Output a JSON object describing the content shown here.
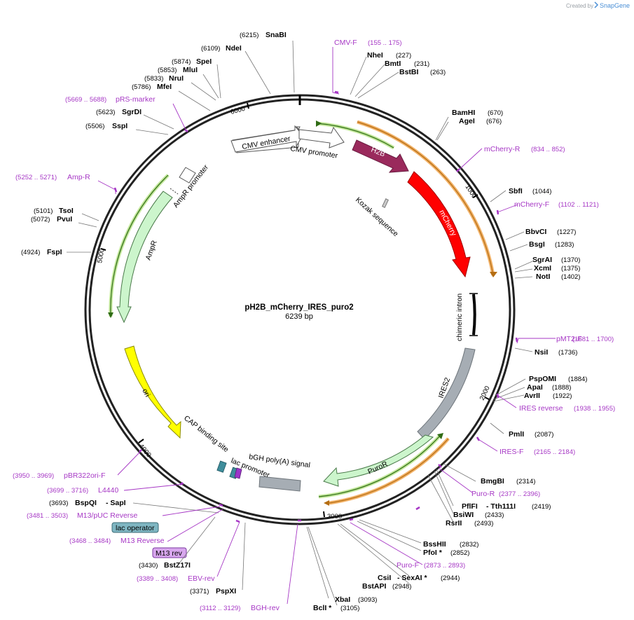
{
  "brand": {
    "created_by": "Created by",
    "product": "SnapGene"
  },
  "plasmid": {
    "name": "pH2B_mCherry_IRES_puro2",
    "length_label": "6239 bp"
  },
  "ticks": [
    "1000",
    "2000",
    "3000",
    "4000",
    "5000",
    "6000"
  ],
  "features": {
    "cmv_enhancer": "CMV enhancer",
    "cmv_promoter": "CMV promoter",
    "h2b": "H2B",
    "mcherry": "mCherry",
    "kozak": "Kozak sequence",
    "chimeric_intron": "chimeric intron",
    "ires2": "IRES2",
    "puror": "PuroR",
    "bgh": "bGH poly(A) signal",
    "lac_promoter": "lac promoter",
    "cap": "CAP binding site",
    "ori": "ori",
    "ampr": "AmpR",
    "ampr_promoter": "AmpR promoter"
  },
  "boxes": {
    "lac_operator": "lac operator",
    "m13_rev": "M13 rev"
  },
  "labels": [
    {
      "kind": "enzyme",
      "name": "SnaBI",
      "pos": "(6215)"
    },
    {
      "kind": "enzyme",
      "name": "NdeI",
      "pos": "(6109)"
    },
    {
      "kind": "enzyme",
      "name": "SpeI",
      "pos": "(5874)"
    },
    {
      "kind": "enzyme",
      "name": "MluI",
      "pos": "(5853)"
    },
    {
      "kind": "enzyme",
      "name": "NruI",
      "pos": "(5833)"
    },
    {
      "kind": "enzyme",
      "name": "MfeI",
      "pos": "(5786)"
    },
    {
      "kind": "primer",
      "name": "pRS-marker",
      "pos": "(5669 .. 5688)"
    },
    {
      "kind": "enzyme",
      "name": "SgrDI",
      "pos": "(5623)"
    },
    {
      "kind": "enzyme",
      "name": "SspI",
      "pos": "(5506)"
    },
    {
      "kind": "primer",
      "name": "Amp-R",
      "pos": "(5252 .. 5271)"
    },
    {
      "kind": "enzyme",
      "name": "TsoI",
      "pos": "(5101)"
    },
    {
      "kind": "enzyme",
      "name": "PvuI",
      "pos": "(5072)"
    },
    {
      "kind": "enzyme",
      "name": "FspI",
      "pos": "(4924)"
    },
    {
      "kind": "primer",
      "name": "pBR322ori-F",
      "pos": "(3950 .. 3969)"
    },
    {
      "kind": "primer",
      "name": "L4440",
      "pos": "(3699 .. 3716)"
    },
    {
      "kind": "enzyme",
      "name": "BspQI",
      "pos": "(3693)"
    },
    {
      "kind": "enzyme",
      "name": "- SapI",
      "pos": ""
    },
    {
      "kind": "primer",
      "name": "M13/pUC Reverse",
      "pos": "(3481 .. 3503)"
    },
    {
      "kind": "primer",
      "name": "M13 Reverse",
      "pos": "(3468 .. 3484)"
    },
    {
      "kind": "enzyme",
      "name": "BstZ17I",
      "pos": "(3430)"
    },
    {
      "kind": "primer",
      "name": "EBV-rev",
      "pos": "(3389 .. 3408)"
    },
    {
      "kind": "enzyme",
      "name": "PspXI",
      "pos": "(3371)"
    },
    {
      "kind": "primer",
      "name": "BGH-rev",
      "pos": "(3112 .. 3129)"
    },
    {
      "kind": "enzyme",
      "name": "BclI *",
      "pos": "(3105)"
    },
    {
      "kind": "enzyme",
      "name": "XbaI",
      "pos": "(3093)"
    },
    {
      "kind": "enzyme",
      "name": "BstAPI",
      "pos": "(2948)"
    },
    {
      "kind": "enzyme",
      "name": "CsiI",
      "pos": ""
    },
    {
      "kind": "enzyme",
      "name": "- SexAI *",
      "pos": "(2944)"
    },
    {
      "kind": "primer",
      "name": "Puro-F",
      "pos": "(2873 .. 2893)"
    },
    {
      "kind": "enzyme",
      "name": "PfoI *",
      "pos": "(2852)"
    },
    {
      "kind": "enzyme",
      "name": "BssHII",
      "pos": "(2832)"
    },
    {
      "kind": "enzyme",
      "name": "RsrII",
      "pos": "(2493)"
    },
    {
      "kind": "enzyme",
      "name": "BsiWI",
      "pos": "(2433)"
    },
    {
      "kind": "enzyme",
      "name": "PflFI",
      "pos": ""
    },
    {
      "kind": "enzyme",
      "name": "- Tth111I",
      "pos": "(2419)"
    },
    {
      "kind": "primer",
      "name": "Puro-R",
      "pos": "(2377 .. 2396)"
    },
    {
      "kind": "enzyme",
      "name": "BmgBI",
      "pos": "(2314)"
    },
    {
      "kind": "primer",
      "name": "IRES-F",
      "pos": "(2165 .. 2184)"
    },
    {
      "kind": "enzyme",
      "name": "PmlI",
      "pos": "(2087)"
    },
    {
      "kind": "primer",
      "name": "IRES reverse",
      "pos": "(1938 .. 1955)"
    },
    {
      "kind": "enzyme",
      "name": "AvrII",
      "pos": "(1922)"
    },
    {
      "kind": "enzyme",
      "name": "ApaI",
      "pos": "(1888)"
    },
    {
      "kind": "enzyme",
      "name": "PspOMI",
      "pos": "(1884)"
    },
    {
      "kind": "enzyme",
      "name": "NsiI",
      "pos": "(1736)"
    },
    {
      "kind": "primer",
      "name": "pMT2-F",
      "pos": "(1681 .. 1700)"
    },
    {
      "kind": "enzyme",
      "name": "NotI",
      "pos": "(1402)"
    },
    {
      "kind": "enzyme",
      "name": "XcmI",
      "pos": "(1375)"
    },
    {
      "kind": "enzyme",
      "name": "SgrAI",
      "pos": "(1370)"
    },
    {
      "kind": "enzyme",
      "name": "BsgI",
      "pos": "(1283)"
    },
    {
      "kind": "enzyme",
      "name": "BbvCI",
      "pos": "(1227)"
    },
    {
      "kind": "primer",
      "name": "mCherry-F",
      "pos": "(1102 .. 1121)"
    },
    {
      "kind": "enzyme",
      "name": "SbfI",
      "pos": "(1044)"
    },
    {
      "kind": "primer",
      "name": "mCherry-R",
      "pos": "(834 .. 852)"
    },
    {
      "kind": "enzyme",
      "name": "AgeI",
      "pos": "(676)"
    },
    {
      "kind": "enzyme",
      "name": "BamHI",
      "pos": "(670)"
    },
    {
      "kind": "enzyme",
      "name": "BstBI",
      "pos": "(263)"
    },
    {
      "kind": "enzyme",
      "name": "BmtI",
      "pos": "(231)"
    },
    {
      "kind": "enzyme",
      "name": "NheI",
      "pos": "(227)"
    },
    {
      "kind": "primer",
      "name": "CMV-F",
      "pos": "(155 .. 175)"
    }
  ]
}
